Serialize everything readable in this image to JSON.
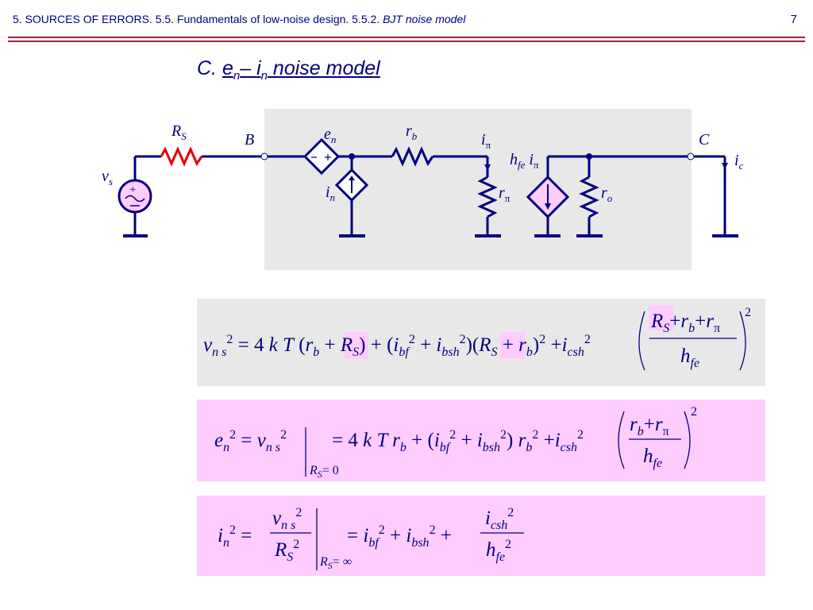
{
  "header": {
    "breadcrumb": "5. SOURCES OF ERRORS. 5.5. Fundamentals of low-noise design. 5.5.2. ",
    "breadcrumb_italic": "BJT noise model",
    "page_number": "7"
  },
  "title": {
    "prefix": "C. ",
    "e": "e",
    "e_sub": "n",
    "minus": "– ",
    "i": "i",
    "i_sub": "n",
    "suffix": " noise model"
  },
  "circuit": {
    "labels": {
      "RS": "R",
      "RS_sub": "S",
      "B": "B",
      "vs": "v",
      "vs_sub": "s",
      "en": "e",
      "en_sub": "n",
      "in": "i",
      "in_sub": "n",
      "rb": "r",
      "rb_sub": "b",
      "ipi": "i",
      "ipi_sub": "π",
      "rpi": "r",
      "rpi_sub": "π",
      "hfe": "h",
      "hfe_sub": "fe",
      "hfe_i": " i",
      "hfe_isub": "π",
      "ro": "r",
      "ro_sub": "o",
      "C": "C",
      "ic": "i",
      "ic_sub": "c"
    },
    "colors": {
      "wire": "#000080",
      "resistor_source": "#e00000",
      "shade": "#e8e8e8",
      "source_fill": "#ffccff"
    }
  },
  "equations": {
    "eq1": "v_ns^2 = 4kT(r_b + R_S) + (i_bf^2 + i_bsh^2)(R_S + r_b)^2 + i_csh^2 ((R_S + r_b + r_π)/h_fe)^2",
    "eq2": "e_n^2 = v_ns^2 |_(R_S=0) = 4kT r_b + (i_bf^2 + i_bsh^2) r_b^2 + i_csh^2 ((r_b + r_π)/h_fe)^2",
    "eq3": "i_n^2 = v_ns^2 / R_S^2 |_(R_S=∞) = i_bf^2 + i_bsh^2 + i_csh^2 / h_fe^2",
    "cond1": "= 0",
    "cond2": "= ∞"
  }
}
